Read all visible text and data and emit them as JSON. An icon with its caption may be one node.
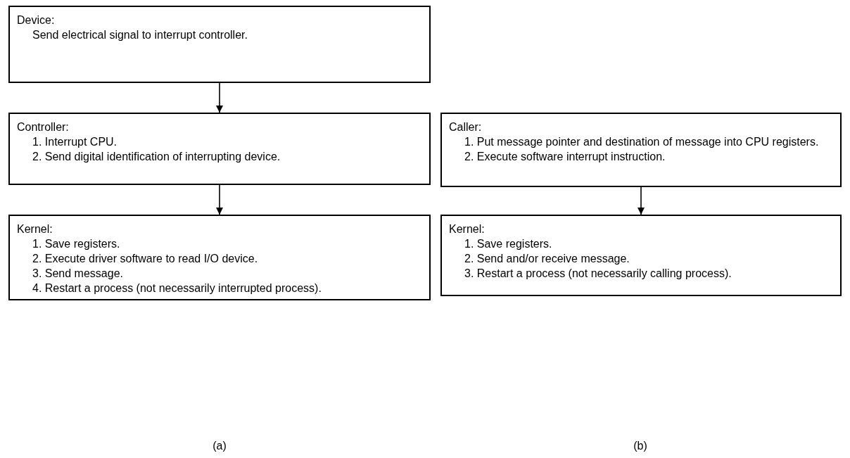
{
  "diagram": {
    "nodes": [
      {
        "text": [
          "Device:",
          "Send electrical signal to interrupt controller."
        ]
      },
      {
        "text": [
          "Controller:",
          "1. Interrupt CPU.",
          "2. Send digital identification of interrupting device."
        ]
      },
      {
        "text": [
          "Kernel:",
          "1. Save registers.",
          "2. Execute driver software to read I/O device.",
          "3. Send message.",
          "4. Restart a process (not necessarily interrupted process)."
        ]
      },
      {
        "text": [
          "Caller:",
          "1. Put message pointer and destination of message into CPU registers.",
          "2. Execute software interrupt instruction."
        ]
      },
      {
        "text": [
          "Kernel:",
          "1. Save registers.",
          "2. Send and/or receive message.",
          "3. Restart a process (not necessarily calling process)."
        ]
      }
    ],
    "edges": [
      {
        "from": 0,
        "to": 1,
        "arrow": "to"
      },
      {
        "from": 1,
        "to": 2,
        "arrow": "to"
      },
      {
        "from": 3,
        "to": 4,
        "arrow": "to"
      }
    ],
    "labels": [
      "(a)",
      "(b)"
    ]
  }
}
